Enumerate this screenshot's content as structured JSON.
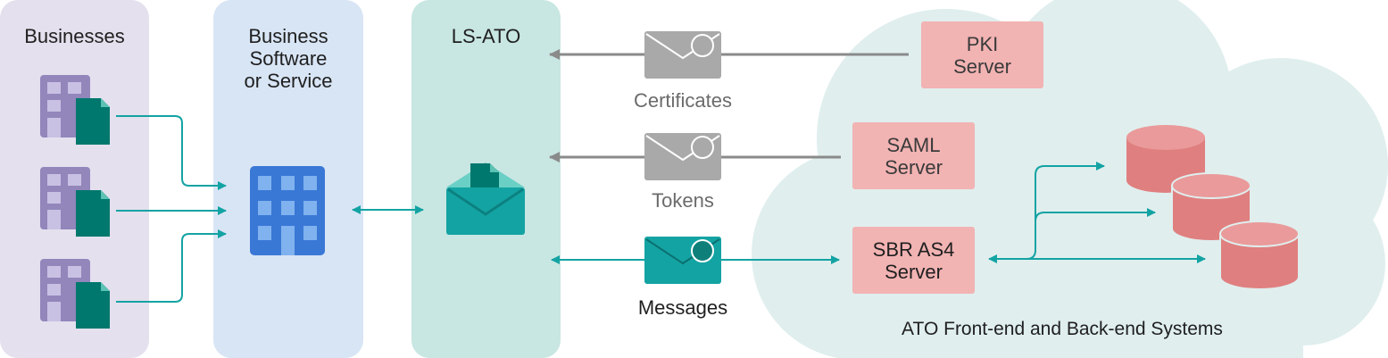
{
  "columns": {
    "businesses": "Businesses",
    "software_line1": "Business",
    "software_line2": "Software",
    "software_line3": "or Service",
    "lsato": "LS-ATO"
  },
  "flows": {
    "certificates": "Certificates",
    "tokens": "Tokens",
    "messages": "Messages"
  },
  "servers": {
    "pki_line1": "PKI",
    "pki_line2": "Server",
    "saml_line1": "SAML",
    "saml_line2": "Server",
    "sbr_line1": "SBR AS4",
    "sbr_line2": "Server"
  },
  "cloud_label": "ATO Front-end and Back-end Systems",
  "colors": {
    "businesses_panel": "#e4e0ee",
    "software_panel": "#d8e5f5",
    "lsato_panel": "#c8e6e2",
    "cloud": "#e0eeee",
    "teal": "#14a3a3",
    "gray": "#8a8a8a",
    "server_box": "#f2b3b3",
    "database": "#e07f7f"
  }
}
